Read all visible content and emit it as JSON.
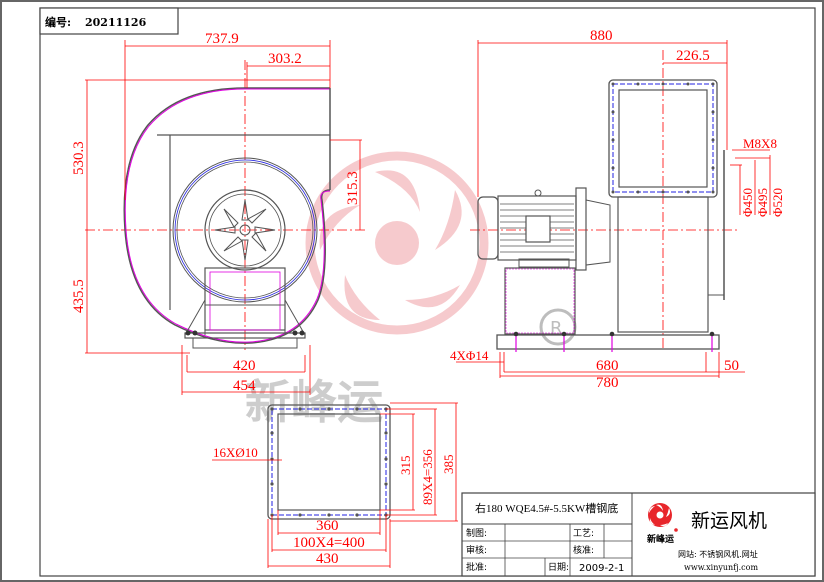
{
  "drawing_number": {
    "label": "编号:",
    "value": "20211126"
  },
  "dimensions": {
    "side_view": {
      "overall_width": "737.9",
      "outlet_offset": "303.2",
      "height_above_center": "530.3",
      "height_below_center": "435.5",
      "center_to_outlet": "315.3",
      "base_hole_span": "420",
      "base_width": "454"
    },
    "front_view": {
      "overall_length": "880",
      "outlet_center_offset": "226.5",
      "bolt_spec": "M8X8",
      "dia_inner": "Φ450",
      "dia_bolt_circle": "Φ495",
      "dia_outer": "Φ520",
      "base_holes": "4XΦ14",
      "base_hole_span": "680",
      "base_edge": "50",
      "base_length": "780"
    },
    "outlet_flange": {
      "holes": "16XØ10",
      "inner_height": "315",
      "hole_pitch_vertical": "89X4=356",
      "outer_height": "385",
      "inner_width": "360",
      "hole_pitch_horizontal": "100X4=400",
      "outer_width": "430"
    }
  },
  "watermark": {
    "text": "新峰运",
    "registered": "R"
  },
  "title_block": {
    "model": "右180  WQE4.5#-5.5KW槽钢底",
    "rows": [
      {
        "label": "制图:",
        "value": "",
        "label2": "工艺:",
        "value2": ""
      },
      {
        "label": "审核:",
        "value": "",
        "label2": "核准:",
        "value2": ""
      },
      {
        "label": "批准:",
        "value": "",
        "label2": "日期:",
        "value2": "2009-2-1"
      }
    ],
    "logo_caption": "新峰运",
    "company": "新运风机",
    "website_label": "网站: 不锈钢风机.网址",
    "website_url": "www.xinyunfj.com"
  },
  "colors": {
    "dimension": "#ff0000",
    "outline": "#555555",
    "housing": "#e000e0",
    "bolt_circle": "#2020e0",
    "watermark_logo": "#f2b5b8",
    "watermark_text": "#bdbdbd"
  }
}
